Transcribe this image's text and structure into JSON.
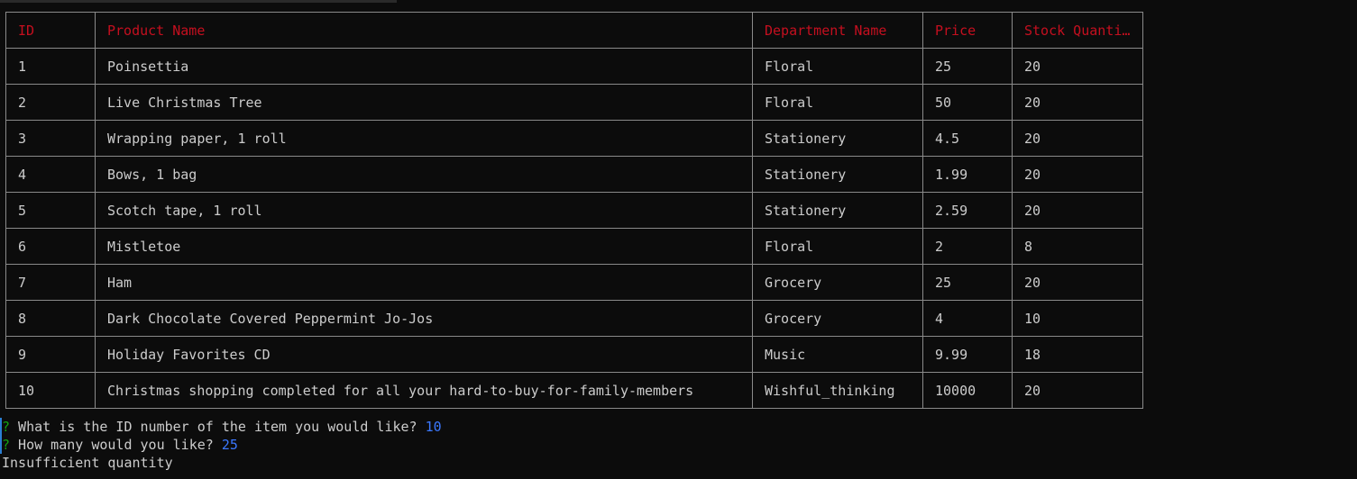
{
  "table": {
    "headers": [
      "ID",
      "Product Name",
      "Department Name",
      "Price",
      "Stock Quanti…"
    ],
    "rows": [
      [
        "1",
        "Poinsettia",
        "Floral",
        "25",
        "20"
      ],
      [
        "2",
        "Live Christmas Tree",
        "Floral",
        "50",
        "20"
      ],
      [
        "3",
        "Wrapping paper, 1 roll",
        "Stationery",
        "4.5",
        "20"
      ],
      [
        "4",
        "Bows, 1 bag",
        "Stationery",
        "1.99",
        "20"
      ],
      [
        "5",
        "Scotch tape, 1 roll",
        "Stationery",
        "2.59",
        "20"
      ],
      [
        "6",
        "Mistletoe",
        "Floral",
        "2",
        "8"
      ],
      [
        "7",
        "Ham",
        "Grocery",
        "25",
        "20"
      ],
      [
        "8",
        "Dark Chocolate Covered Peppermint Jo-Jos",
        "Grocery",
        "4",
        "10"
      ],
      [
        "9",
        "Holiday Favorites CD",
        "Music",
        "9.99",
        "18"
      ],
      [
        "10",
        "Christmas shopping completed for all your hard-to-buy-for-family-members",
        "Wishful_thinking",
        "10000",
        "20"
      ]
    ]
  },
  "prompts": [
    {
      "mark": "?",
      "question": " What is the ID number of the item you would like? ",
      "answer": "10"
    },
    {
      "mark": "?",
      "question": " How many would you like? ",
      "answer": "25"
    }
  ],
  "result": "Insufficient quantity",
  "colors": {
    "header_text": "#c50f1f",
    "prompt_mark": "#13a10e",
    "answer": "#3b78ff",
    "text": "#cccccc",
    "background": "#0c0c0c"
  }
}
